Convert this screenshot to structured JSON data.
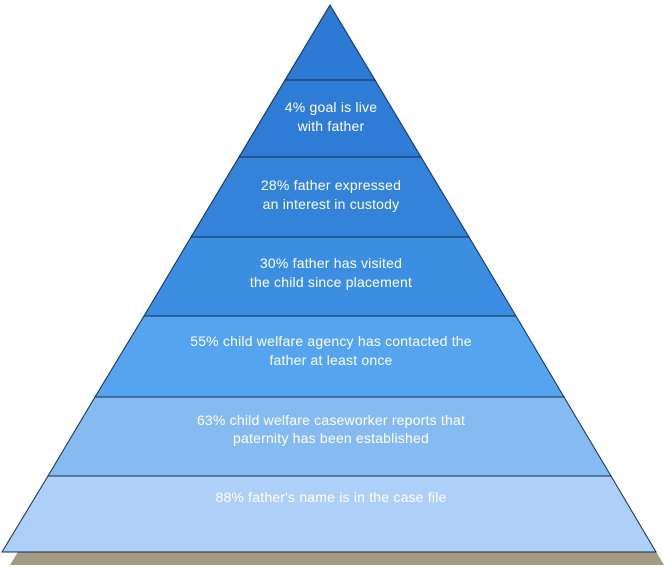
{
  "chart_data": {
    "type": "pyramid",
    "orientation": "apex-top",
    "title": "",
    "levels": [
      {
        "name": "apex-unlabeled",
        "label": "",
        "lines": [
          "",
          ""
        ],
        "color": "#2d7ad4"
      },
      {
        "name": "goal-live-with-father",
        "value": 4,
        "label": "4% goal is live with father",
        "lines": [
          "4% goal is live",
          "with father"
        ],
        "color": "#2e7cd6"
      },
      {
        "name": "father-expressed-interest",
        "value": 28,
        "label": "28% father expressed an interest in custody",
        "lines": [
          "28% father expressed",
          "an interest in custody"
        ],
        "color": "#3383db"
      },
      {
        "name": "father-visited-child",
        "value": 30,
        "label": "30% father has visited the child since placement",
        "lines": [
          "30% father has visited",
          "the child since placement"
        ],
        "color": "#3c8ee2"
      },
      {
        "name": "agency-contacted-father",
        "value": 55,
        "label": "55% child welfare agency has contacted the father at least once",
        "lines": [
          "55% child welfare agency has contacted the",
          "father at least once"
        ],
        "color": "#55a4ef"
      },
      {
        "name": "paternity-established",
        "value": 63,
        "label": "63% child welfare caseworker reports that paternity has been established",
        "lines": [
          "63% child welfare caseworker reports that",
          "paternity has been established"
        ],
        "color": "#86bbf1"
      },
      {
        "name": "father-name-in-case-file",
        "value": 88,
        "label": "88% father's name is in the case file",
        "lines": [
          "88% father's name is in the case file"
        ],
        "color": "#aecff7"
      }
    ],
    "colors": {
      "outline": "#142c4b",
      "shadow": "#a39b84",
      "text": "#ffffff",
      "background": "#ffffff"
    }
  }
}
